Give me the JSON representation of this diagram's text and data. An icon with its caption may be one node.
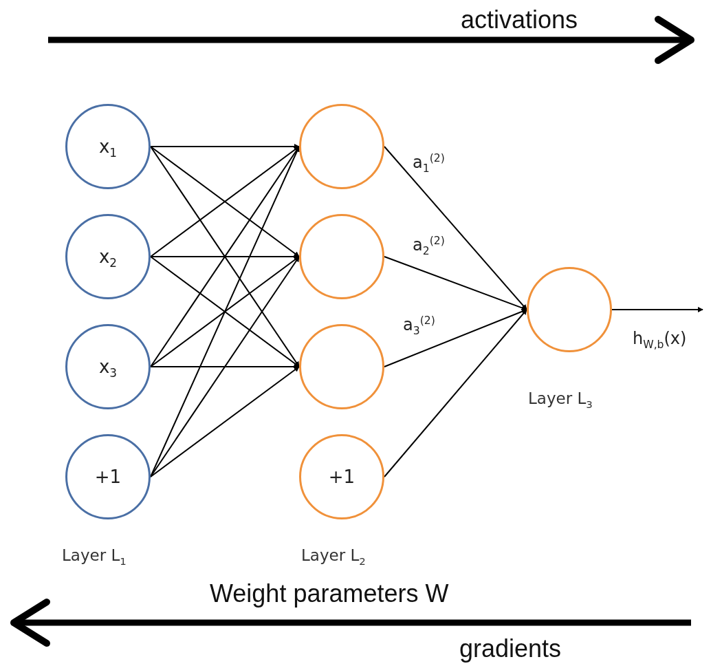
{
  "diagram": {
    "nodes": [
      {
        "text": [
          "x$_{1}$"
        ]
      },
      {
        "text": [
          "x$_{2}$"
        ]
      },
      {
        "text": [
          "x$_{3}$"
        ]
      },
      {
        "text": [
          "+1"
        ]
      },
      {
        "text": [],
        "shape": "circle"
      },
      {
        "text": [],
        "shape": "circle"
      },
      {
        "text": [],
        "shape": "circle"
      },
      {
        "text": [
          "+1"
        ]
      },
      {
        "text": [],
        "shape": "circle"
      }
    ],
    "edges": [
      {
        "from": 0,
        "to": 4,
        "arrow": "to"
      },
      {
        "from": 0,
        "to": 5,
        "arrow": "to"
      },
      {
        "from": 0,
        "to": 6,
        "arrow": "to"
      },
      {
        "from": 1,
        "to": 4,
        "arrow": "to"
      },
      {
        "from": 1,
        "to": 5,
        "arrow": "to"
      },
      {
        "from": 1,
        "to": 6,
        "arrow": "to"
      },
      {
        "from": 2,
        "to": 4,
        "arrow": "to"
      },
      {
        "from": 2,
        "to": 5,
        "arrow": "to"
      },
      {
        "from": 2,
        "to": 6,
        "arrow": "to"
      },
      {
        "from": 3,
        "to": 4,
        "arrow": "to"
      },
      {
        "from": 3,
        "to": 5,
        "arrow": "to"
      },
      {
        "from": 3,
        "to": 6,
        "arrow": "to"
      },
      {
        "from": 4,
        "to": 8,
        "arrow": "to",
        "label": "a$_{1}$$^{(2)}$"
      },
      {
        "from": 5,
        "to": 8,
        "arrow": "to",
        "label": "a$_{2}$$^{(2)}$"
      },
      {
        "from": 6,
        "to": 8,
        "arrow": "to",
        "label": "a$_{3}$$^{(2)}$"
      },
      {
        "from": 7,
        "to": 8,
        "arrow": "to"
      },
      {
        "from": 8,
        "to": null,
        "arrow": "to",
        "label": "h$_{W,b}$(x)"
      }
    ],
    "labels": [
      "activations",
      "Layer L$_{3}$",
      "Layer L$_{1}$",
      "Layer L$_{2}$",
      "Weight parameters W",
      "gradients"
    ]
  }
}
